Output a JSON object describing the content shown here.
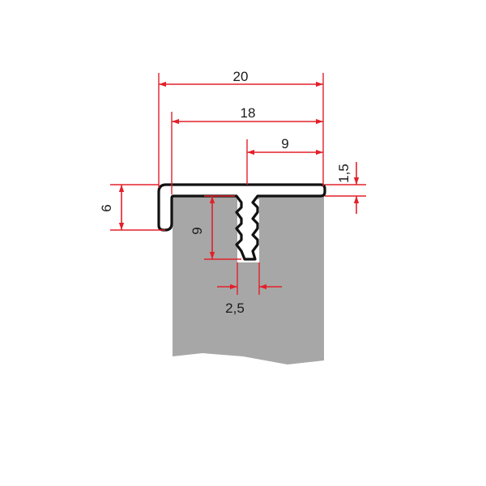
{
  "dimensions": {
    "overall_width": "20",
    "inner_width": "18",
    "tongue_offset": "9",
    "top_thickness": "1,5",
    "edge_height": "6",
    "tongue_depth": "9",
    "tongue_width": "2,5"
  },
  "colors": {
    "dimension": "#e3202a",
    "board": "#a7a7a7",
    "profile_outline": "#111111",
    "background": "#ffffff"
  }
}
